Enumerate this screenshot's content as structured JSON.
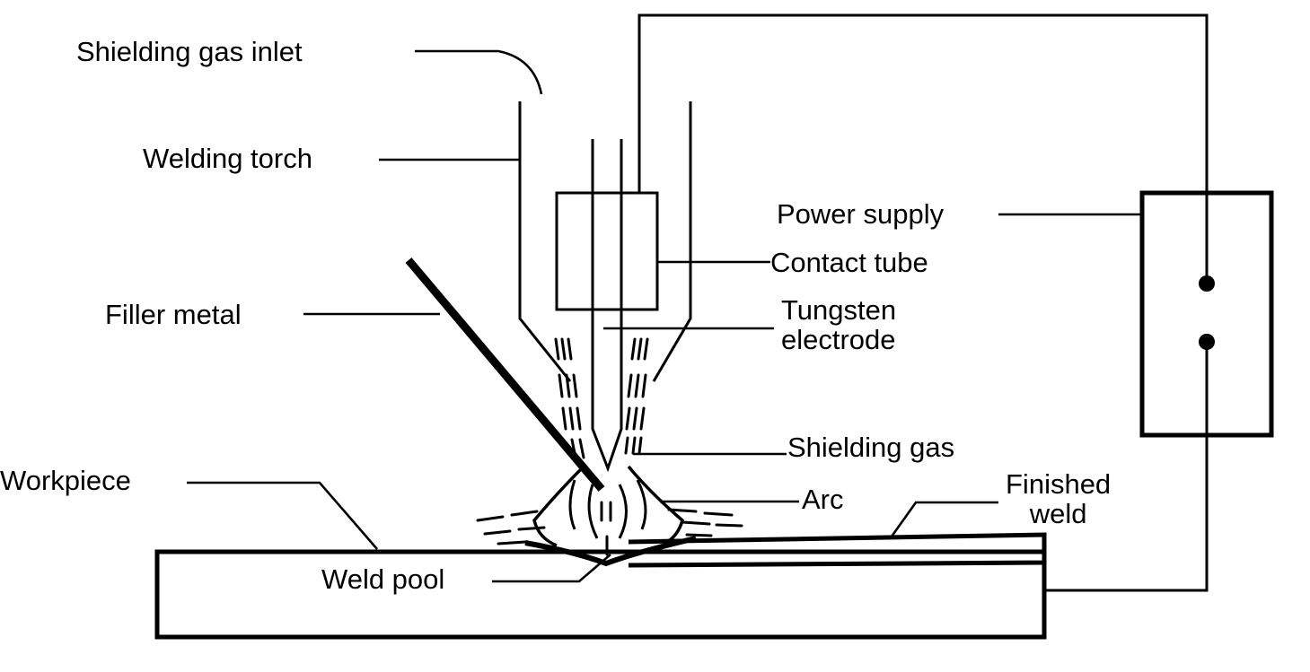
{
  "labels": {
    "shielding_gas_inlet": "Shielding gas inlet",
    "welding_torch": "Welding torch",
    "power_supply": "Power supply",
    "contact_tube": "Contact tube",
    "filler_metal": "Filler metal",
    "tungsten_electrode_l1": "Tungsten",
    "tungsten_electrode_l2": "electrode",
    "shielding_gas": "Shielding gas",
    "workpiece": "Workpiece",
    "arc": "Arc",
    "finished_weld_l1": "Finished",
    "finished_weld_l2": "weld",
    "weld_pool": "Weld pool"
  }
}
